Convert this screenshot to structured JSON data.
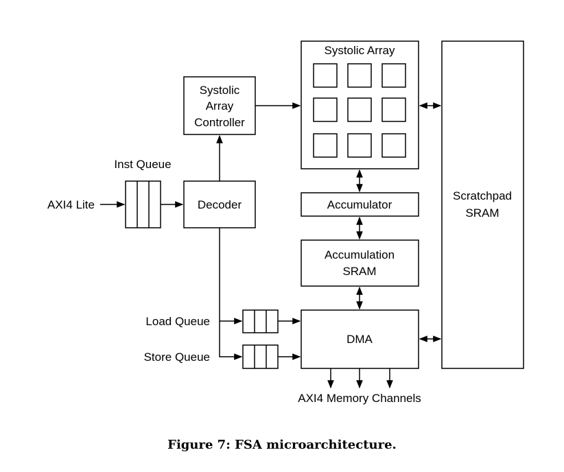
{
  "blocks": {
    "systolic_array": "Systolic Array",
    "controller_line1": "Systolic",
    "controller_line2": "Array",
    "controller_line3": "Controller",
    "decoder": "Decoder",
    "accumulator": "Accumulator",
    "accum_sram_line1": "Accumulation",
    "accum_sram_line2": "SRAM",
    "dma": "DMA",
    "scratchpad_line1": "Scratchpad",
    "scratchpad_line2": "SRAM"
  },
  "labels": {
    "inst_queue": "Inst Queue",
    "axi4_lite": "AXI4 Lite",
    "load_queue": "Load Queue",
    "store_queue": "Store Queue",
    "axi4_memory": "AXI4 Memory Channels"
  },
  "caption": "Figure 7: FSA microarchitecture."
}
